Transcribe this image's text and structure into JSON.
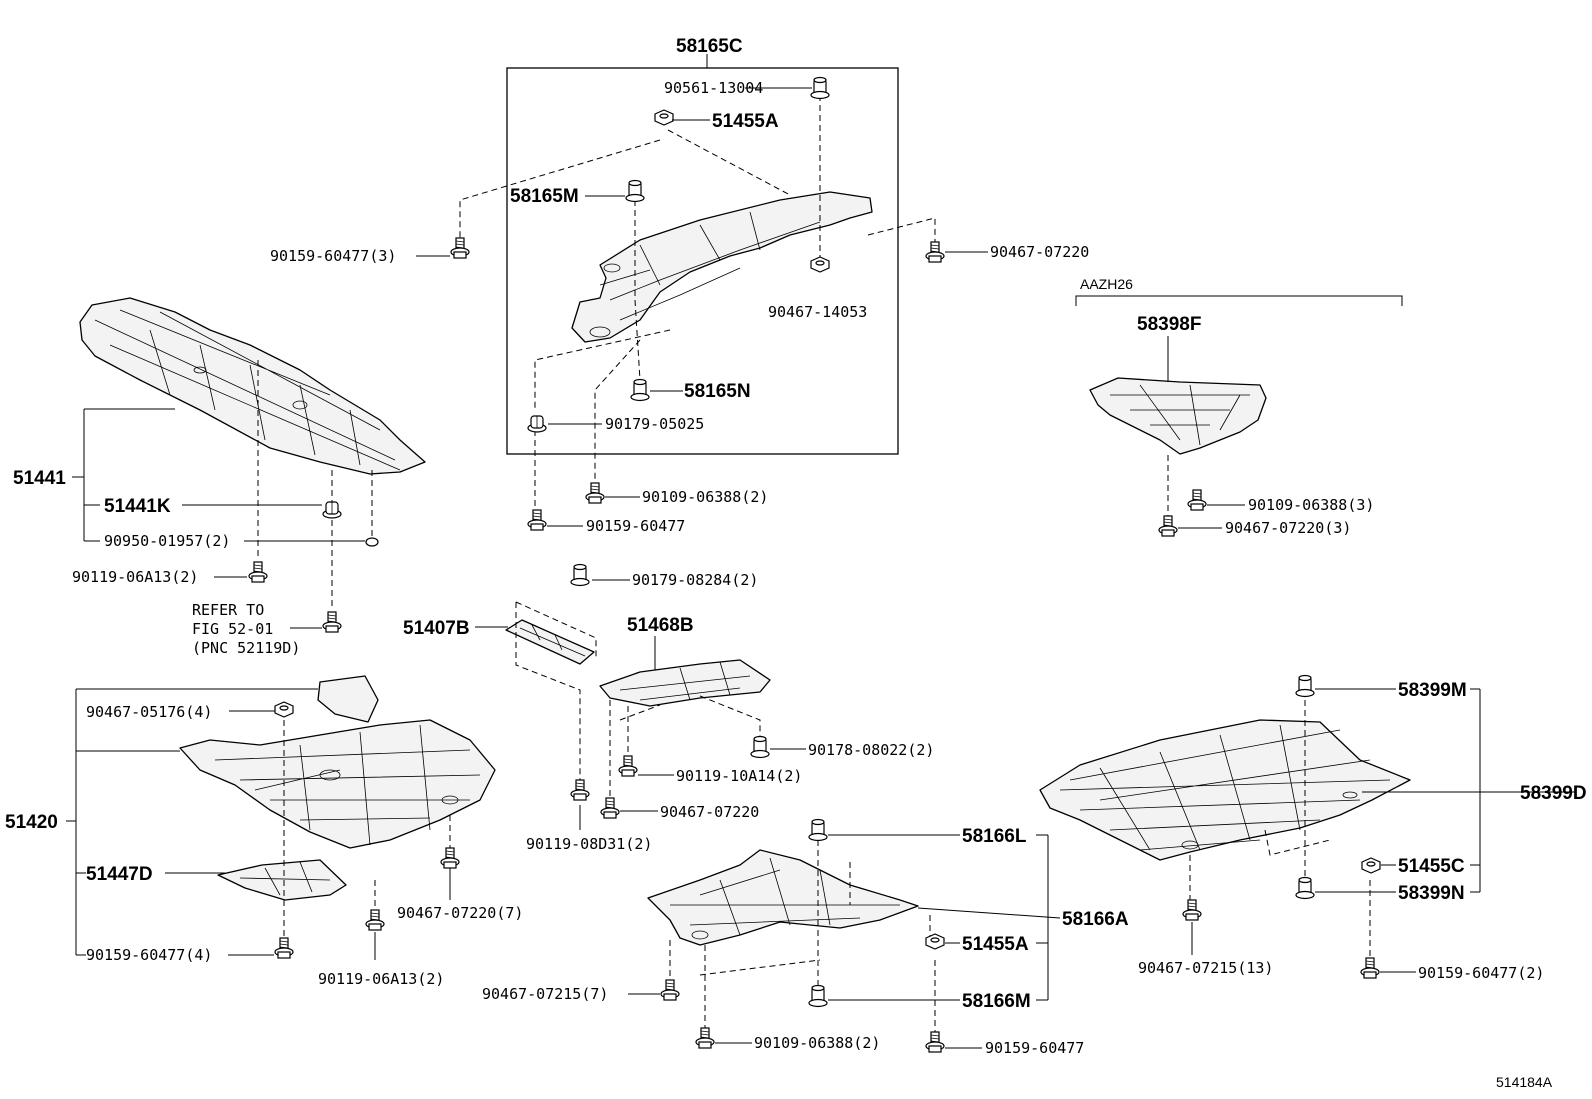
{
  "diagram_id": "514184A",
  "group_label": "AAZH26",
  "labels": {
    "l_58165C": "58165C",
    "l_90561_13004": "90561-13004",
    "l_51455A_top": "51455A",
    "l_58165M": "58165M",
    "l_90159_60477_3": "90159-60477(3)",
    "l_90467_07220_top": "90467-07220",
    "l_90467_14053": "90467-14053",
    "l_58165N": "58165N",
    "l_90179_05025": "90179-05025",
    "l_90109_06388_2_top": "90109-06388(2)",
    "l_90159_60477_mid": "90159-60477",
    "l_51441": "51441",
    "l_51441K": "51441K",
    "l_90950_01957_2": "90950-01957(2)",
    "l_90119_06A13_2_top": "90119-06A13(2)",
    "l_refer1": "REFER TO",
    "l_refer2": "FIG 52-01",
    "l_refer3": "(PNC 52119D)",
    "l_58398F": "58398F",
    "l_90109_06388_3": "90109-06388(3)",
    "l_90467_07220_3": "90467-07220(3)",
    "l_90179_08284_2": "90179-08284(2)",
    "l_51407B": "51407B",
    "l_51468B": "51468B",
    "l_90178_08022_2": "90178-08022(2)",
    "l_90119_10A14_2": "90119-10A14(2)",
    "l_90467_07220_mid": "90467-07220",
    "l_90119_08D31_2": "90119-08D31(2)",
    "l_90467_05176_4": "90467-05176(4)",
    "l_51420": "51420",
    "l_51447D": "51447D",
    "l_90467_07220_7": "90467-07220(7)",
    "l_90159_60477_4": "90159-60477(4)",
    "l_90119_06A13_2_bot": "90119-06A13(2)",
    "l_58399M": "58399M",
    "l_58399D": "58399D",
    "l_51455C": "51455C",
    "l_58399N": "58399N",
    "l_90467_07215_13": "90467-07215(13)",
    "l_90159_60477_2": "90159-60477(2)",
    "l_58166L": "58166L",
    "l_58166A": "58166A",
    "l_51455A_bot": "51455A",
    "l_58166M": "58166M",
    "l_90467_07215_7": "90467-07215(7)",
    "l_90109_06388_2_bot": "90109-06388(2)",
    "l_90159_60477_bot": "90159-60477"
  }
}
